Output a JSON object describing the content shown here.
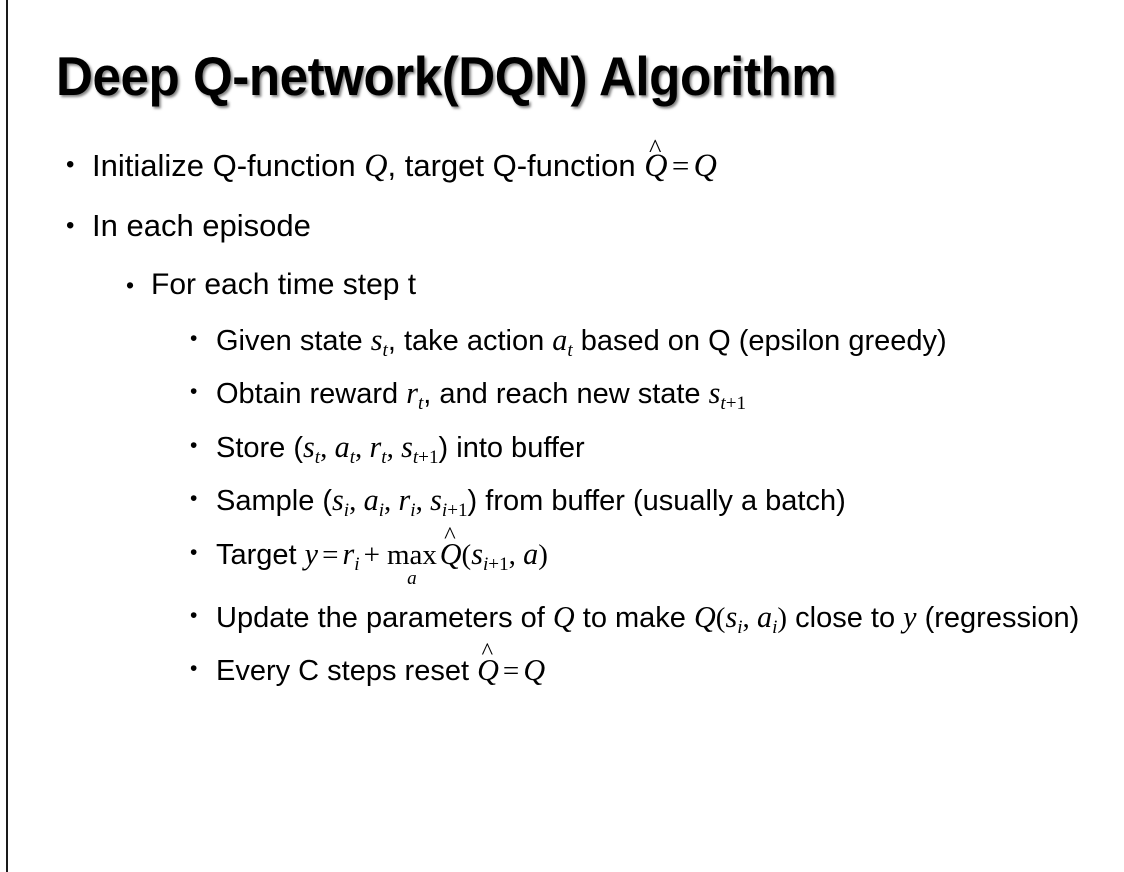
{
  "slide": {
    "title": "Deep Q-network(DQN) Algorithm",
    "background_color": "#ffffff",
    "text_color": "#000000",
    "accent_rule_color": "#1a1a1a",
    "bullet_glyph": "•"
  },
  "content": {
    "level1": {
      "item1": {
        "prefix": "Initialize Q-function ",
        "var_q": "Q",
        "middle": ", target Q-function ",
        "var_qhat": "Q",
        "hat_mark": "^",
        "equals": "=",
        "var_q2": "Q"
      },
      "item2": {
        "text": "In each episode"
      }
    },
    "level2": {
      "item1": {
        "text": "For each time step t"
      }
    },
    "level3": [
      {
        "id": "given-state",
        "part1": "Given state ",
        "var_s": "s",
        "sub_t": "t",
        "part2": ", take action ",
        "var_a": "a",
        "sub_t2": "t",
        "part3": " based on Q (epsilon greedy)"
      },
      {
        "id": "obtain-reward",
        "part1": "Obtain reward ",
        "var_r": "r",
        "sub_t": "t",
        "part2": ", and reach new state ",
        "var_s": "s",
        "sub_t1": "t",
        "sub_plus": "+",
        "sub_one": "1"
      },
      {
        "id": "store-transition",
        "part1": "Store (",
        "var_s": "s",
        "sub_t": "t",
        "comma1": ", ",
        "var_a": "a",
        "sub_t2": "t",
        "comma2": ", ",
        "var_r": "r",
        "sub_t3": "t",
        "comma3": ", ",
        "var_s2": "s",
        "sub_t4": "t",
        "sub_plus": "+",
        "sub_one": "1",
        "part2": ") into buffer"
      },
      {
        "id": "sample-batch",
        "part1": "Sample (",
        "var_s": "s",
        "sub_i": "i",
        "comma1": ", ",
        "var_a": "a",
        "sub_i2": "i",
        "comma2": ", ",
        "var_r": "r",
        "sub_i3": "i",
        "comma3": ", ",
        "var_s2": "s",
        "sub_i4": "i",
        "sub_plus": "+",
        "sub_one": "1",
        "part2": ") from buffer (usually a batch)"
      },
      {
        "id": "target-equation",
        "part1": "Target ",
        "var_y": "y",
        "equals": "=",
        "var_r": "r",
        "sub_i": "i",
        "plus": "+",
        "max_op": "max",
        "max_limit": "a",
        "var_qhat": "Q",
        "hat_mark": "^",
        "paren_open": "(",
        "var_s": "s",
        "sub_i2": "i",
        "sub_plus": "+",
        "sub_one": "1",
        "comma": ", ",
        "var_a": "a",
        "paren_close": ")"
      },
      {
        "id": "update-parameters",
        "part1": "Update the parameters of ",
        "var_q": "Q",
        "part2": " to make ",
        "var_q2": "Q",
        "paren_open": "(",
        "var_s": "s",
        "sub_i": "i",
        "comma": ", ",
        "var_a": "a",
        "sub_i2": "i",
        "paren_close": ")",
        "part3": " close to ",
        "var_y": "y",
        "part4": " (regression)"
      },
      {
        "id": "reset-target",
        "part1": "Every C steps reset ",
        "var_qhat": "Q",
        "hat_mark": "^",
        "equals": "=",
        "var_q": "Q"
      }
    ]
  }
}
